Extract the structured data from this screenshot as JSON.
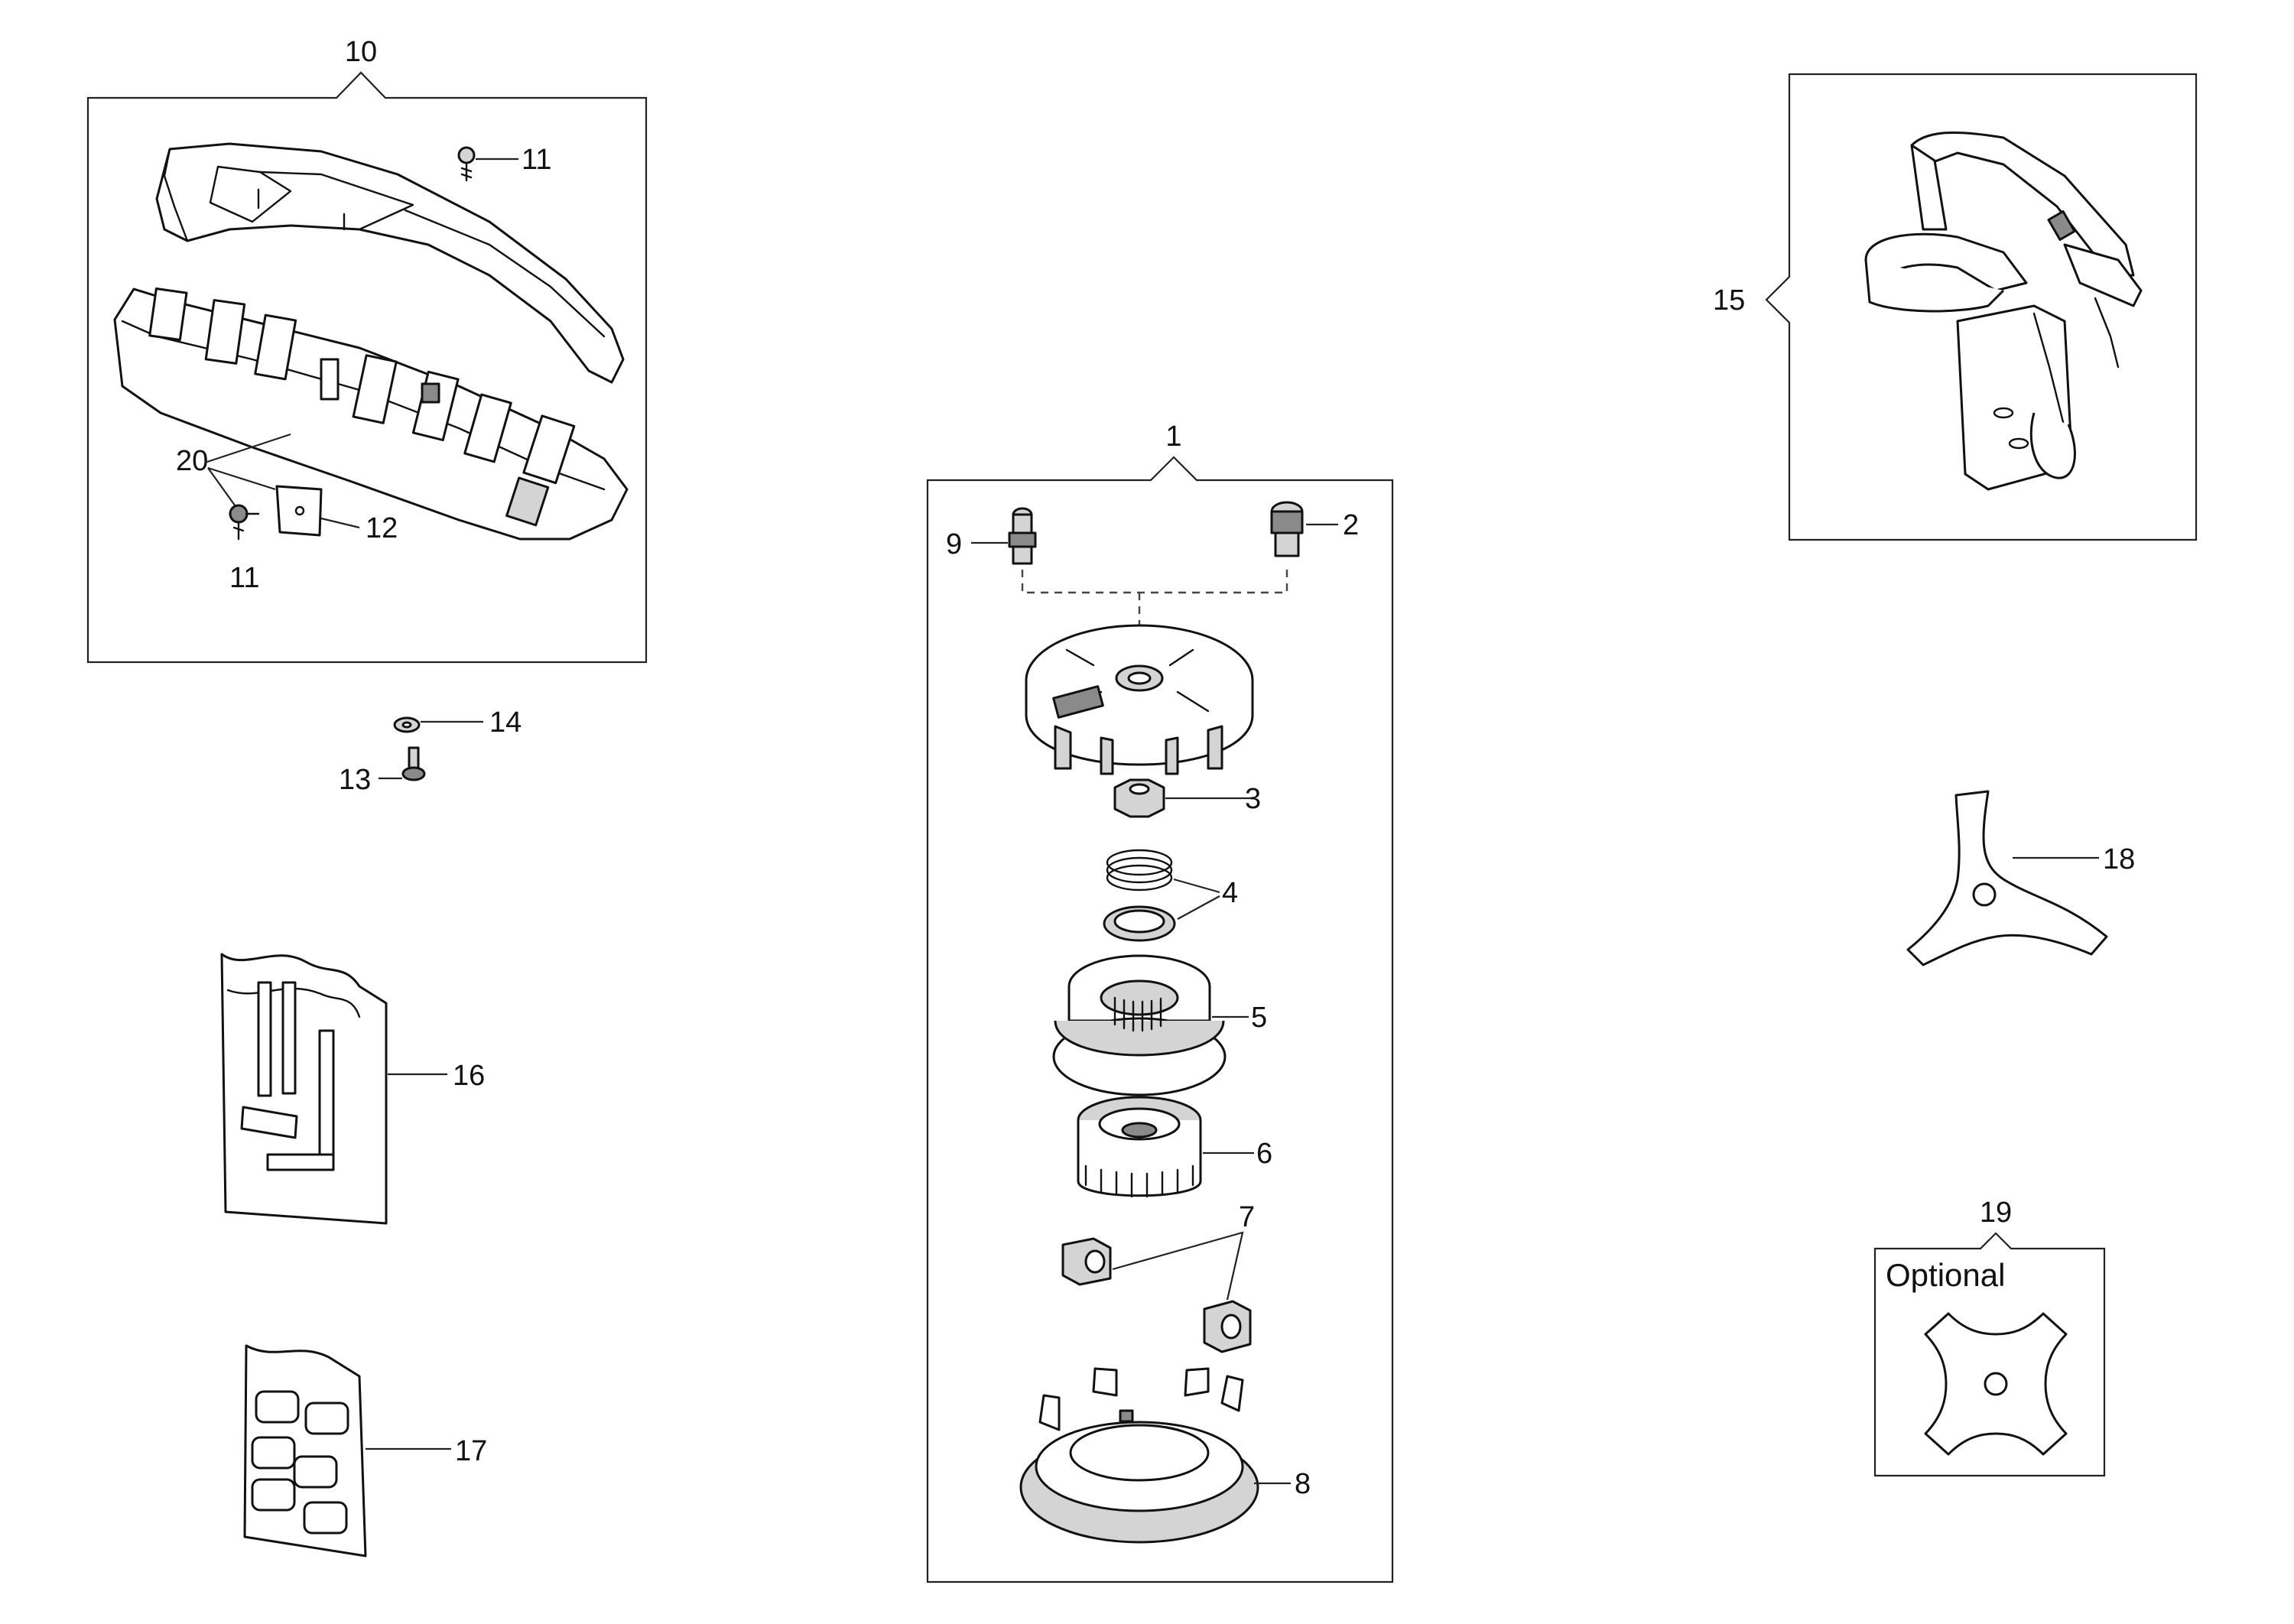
{
  "callouts": {
    "c1": "1",
    "c2": "2",
    "c3": "3",
    "c4": "4",
    "c5": "5",
    "c6": "6",
    "c7": "7",
    "c8": "8",
    "c9": "9",
    "c10": "10",
    "c11a": "11",
    "c11b": "11",
    "c12": "12",
    "c13": "13",
    "c14": "14",
    "c15": "15",
    "c16": "16",
    "c17": "17",
    "c18": "18",
    "c19": "19",
    "c20": "20"
  },
  "optional_box": {
    "label": "Optional"
  }
}
